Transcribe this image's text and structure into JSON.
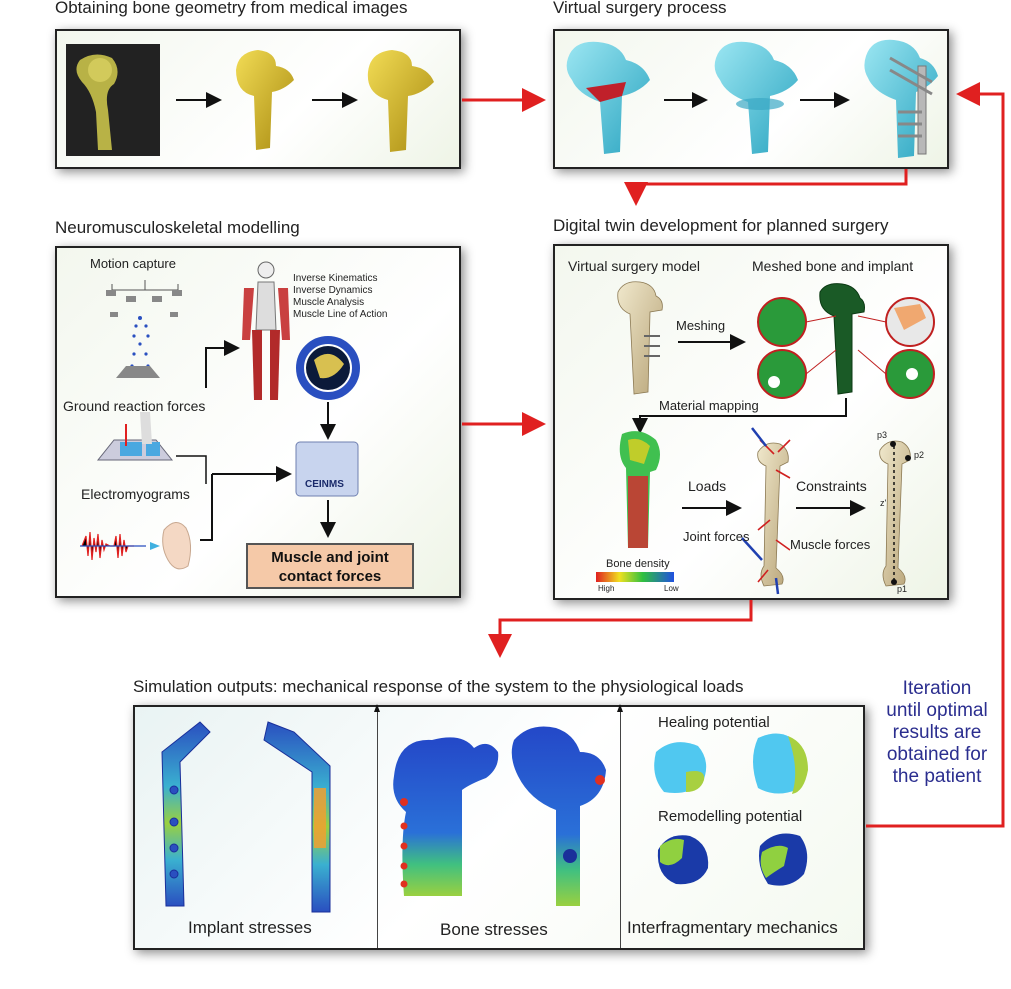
{
  "sections": {
    "bone_geometry": {
      "title": "Obtaining bone geometry from medical images"
    },
    "virtual_surgery": {
      "title": "Virtual surgery process"
    },
    "nms": {
      "title": "Neuromusculoskeletal modelling",
      "motion_capture": "Motion capture",
      "ground_reaction_forces": "Ground reaction forces",
      "electromyograms": "Electromyograms",
      "analyses": [
        "Inverse Kinematics",
        "Inverse Dynamics",
        "Muscle Analysis",
        "Muscle Line of Action"
      ],
      "ceinms": "CEINMS",
      "result_line1": "Muscle and joint",
      "result_line2": "contact forces"
    },
    "digital_twin": {
      "title": "Digital twin development for planned surgery",
      "virtual_surgery_model": "Virtual surgery model",
      "meshed_bone": "Meshed bone and implant",
      "meshing": "Meshing",
      "material_mapping": "Material mapping",
      "loads": "Loads",
      "constraints": "Constraints",
      "joint_forces": "Joint forces",
      "muscle_forces": "Muscle forces",
      "bone_density": "Bone density",
      "high": "High",
      "low": "Low",
      "p1": "p1",
      "p2": "p2",
      "p3": "p3",
      "z": "z'"
    },
    "simulation": {
      "title": "Simulation outputs: mechanical response of the system to the physiological loads",
      "implant_stresses": "Implant stresses",
      "bone_stresses": "Bone stresses",
      "interfragmentary": "Interfragmentary mechanics",
      "healing_potential": "Healing potential",
      "remodelling_potential": "Remodelling potential"
    },
    "iteration": {
      "line1": "Iteration",
      "line2": "until optimal",
      "line3": "results are",
      "line4": "obtained for",
      "line5": "the patient"
    }
  },
  "colors": {
    "arrow_red": "#e02020",
    "bone_cyan": "#5cc8dc",
    "bone_yellow": "#d9c030",
    "implant_blue": "#2a4fc0",
    "iteration_text": "#2b2e8f",
    "result_box": "#f5c9a8"
  }
}
